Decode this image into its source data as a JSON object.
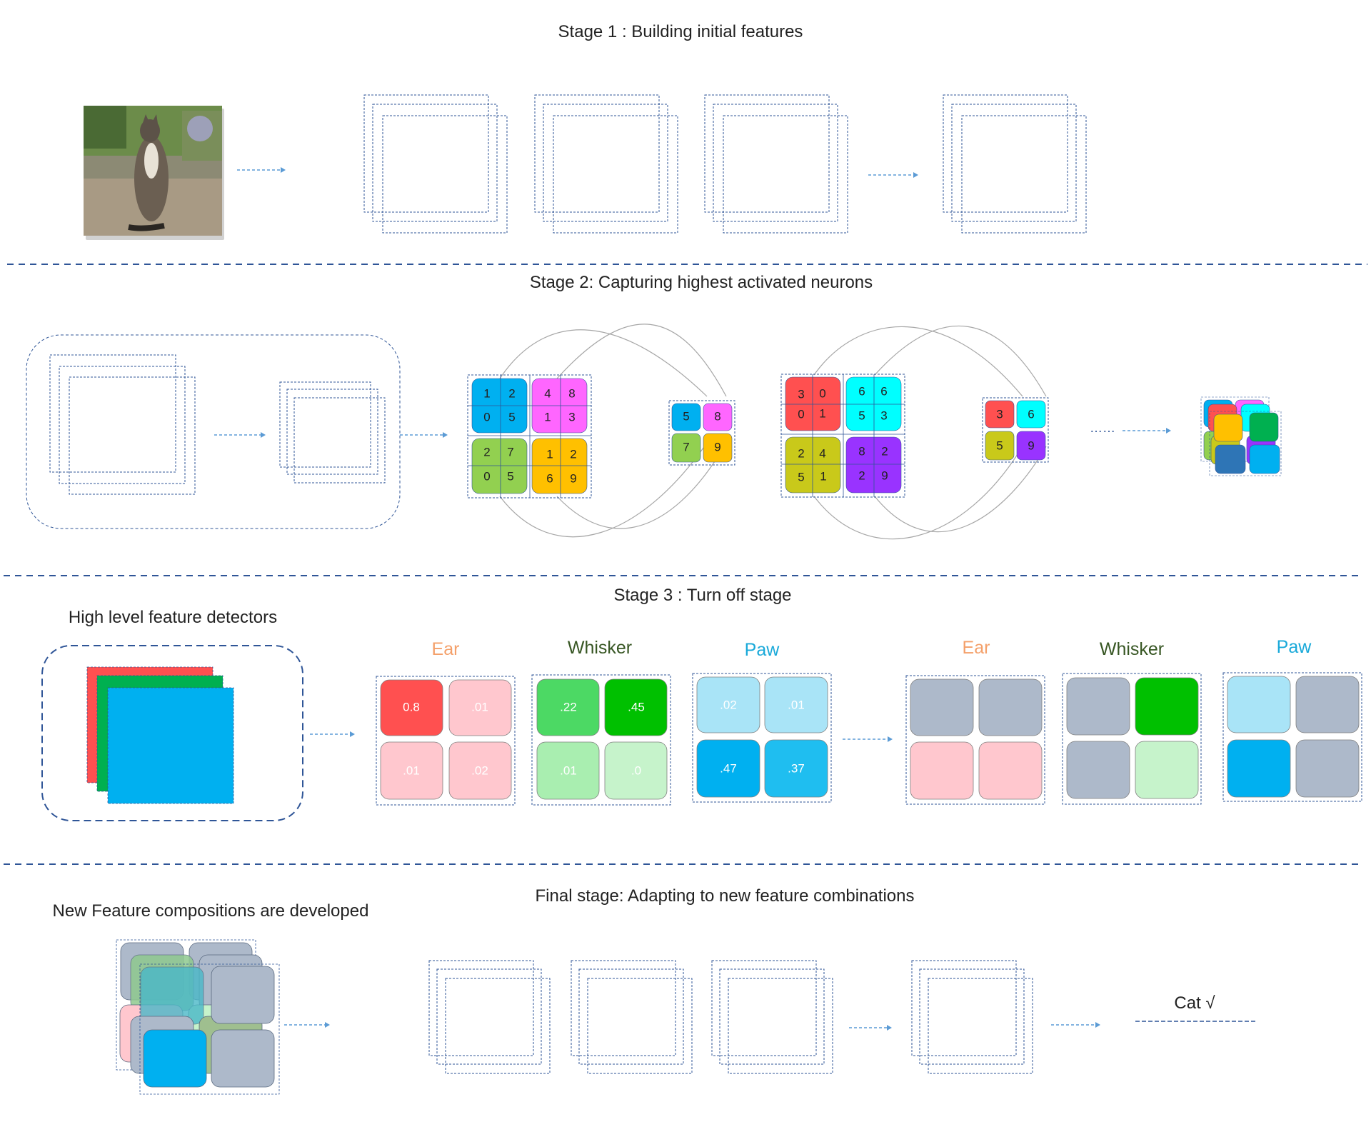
{
  "stages": {
    "stage1_title": "Stage 1 : Building initial features",
    "stage2_title": "Stage 2: Capturing highest activated neurons",
    "stage3_title": "Stage 3 : Turn off stage",
    "final_title": "Final stage: Adapting to new feature combinations"
  },
  "labels": {
    "high_level_detectors": "High level feature detectors",
    "new_compositions": "New Feature compositions are developed",
    "ellipsis": "……",
    "cat_result": "Cat √"
  },
  "stage2": {
    "grid_a": [
      [
        "1",
        "2",
        "4",
        "8"
      ],
      [
        "0",
        "5",
        "1",
        "3"
      ],
      [
        "2",
        "7",
        "1",
        "2"
      ],
      [
        "0",
        "5",
        "6",
        "9"
      ]
    ],
    "pool_a": [
      "5",
      "8",
      "7",
      "9"
    ],
    "grid_b": [
      [
        "3",
        "0",
        "6",
        "6"
      ],
      [
        "0",
        "1",
        "5",
        "3"
      ],
      [
        "2",
        "4",
        "8",
        "2"
      ],
      [
        "5",
        "1",
        "2",
        "9"
      ]
    ],
    "pool_b": [
      "3",
      "6",
      "5",
      "9"
    ]
  },
  "stage3": {
    "feature_names": [
      "Ear",
      "Whisker",
      "Paw"
    ],
    "ear_values": [
      "0.8",
      ".01",
      ".01",
      ".02"
    ],
    "whisker_values": [
      ".22",
      ".45",
      ".01",
      ".0"
    ],
    "paw_values": [
      ".02",
      ".01",
      ".47",
      ".37"
    ]
  },
  "colors": {
    "blue": "#00b0f0",
    "magenta": "#ff66ff",
    "green_light": "#92d050",
    "orange": "#ffc000",
    "red": "#ff5050",
    "cyan": "#00ffff",
    "olive": "#c9c91a",
    "purple": "#9933ff",
    "ear_label": "#f4a06a",
    "whisker_label": "#375623",
    "paw_label": "#19a9d9",
    "gray_off": "#adb9ca",
    "divider": "#2f5597",
    "arrow": "#5b9bd5"
  }
}
